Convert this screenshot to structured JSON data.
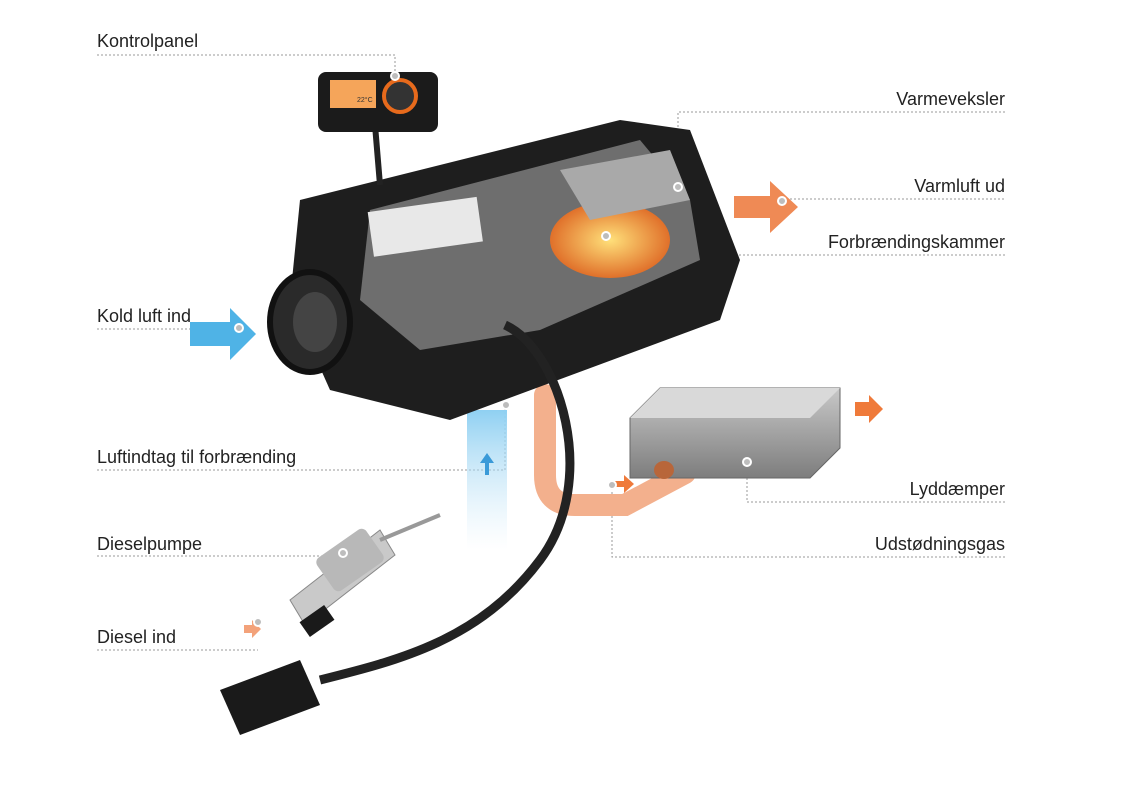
{
  "labels": {
    "control_panel": "Kontrolpanel",
    "heat_exchanger": "Varmeveksler",
    "warm_air_out": "Varmluft ud",
    "combustion_chamber": "Forbrændingskammer",
    "cold_air_in": "Kold luft ind",
    "combustion_air_intake": "Luftindtag til forbrænding",
    "diesel_pump": "Dieselpumpe",
    "diesel_in": "Diesel ind",
    "muffler": "Lyddæmper",
    "exhaust_gas": "Udstødningsgas"
  },
  "display": {
    "temperature": "22°C"
  },
  "colors": {
    "cold": "#4fb3e6",
    "warm": "#ef8a55",
    "body": "#1e1e1e"
  }
}
